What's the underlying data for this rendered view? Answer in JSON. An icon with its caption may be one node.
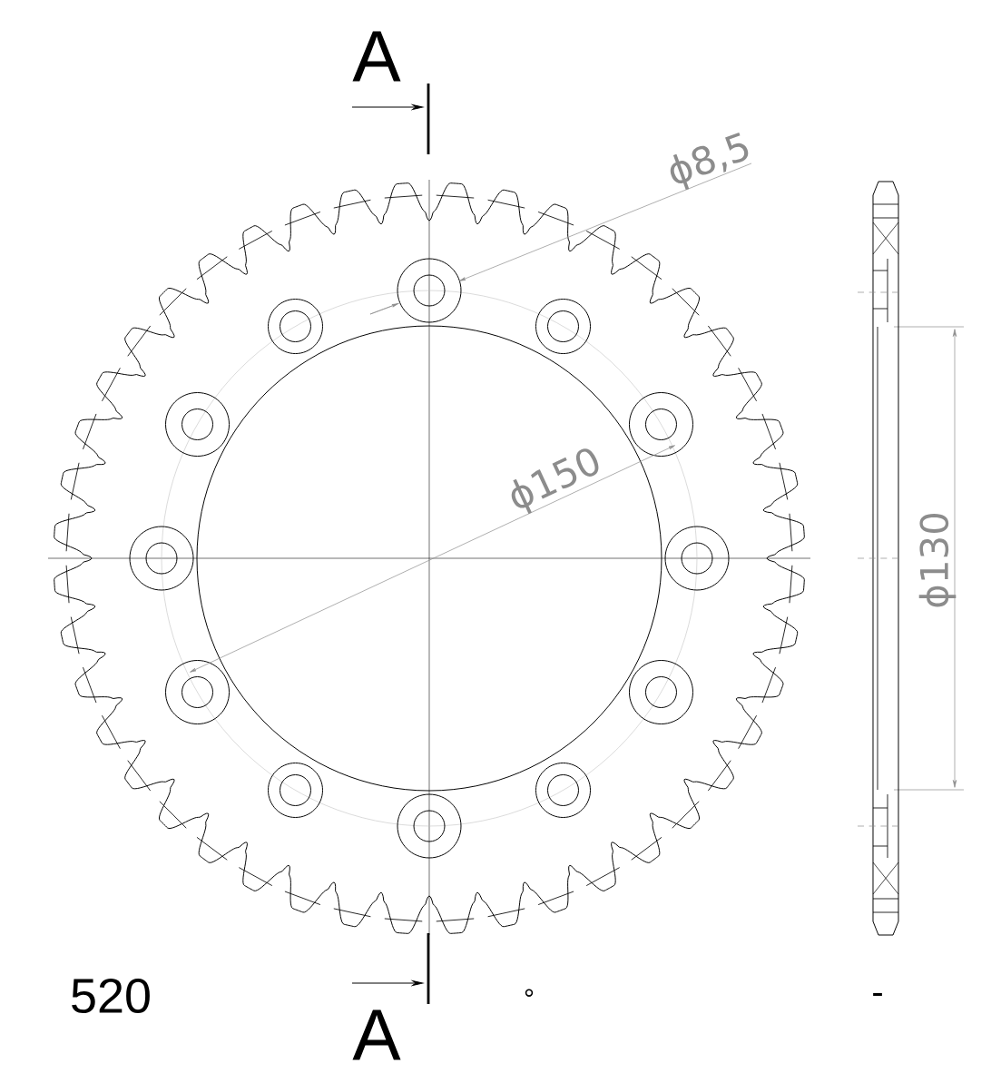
{
  "diagram": {
    "labels": [
      "A",
      "ϕ8,5",
      "ϕ150",
      "ϕ130",
      "520",
      "A",
      "°",
      "-"
    ]
  }
}
